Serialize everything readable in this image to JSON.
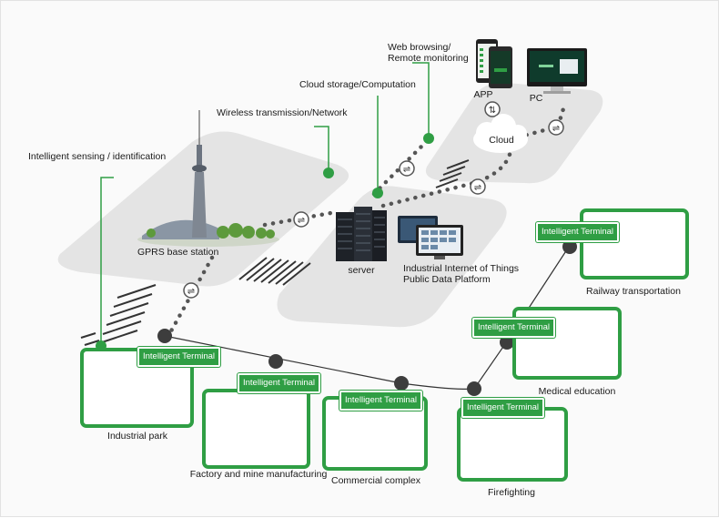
{
  "labels": {
    "sensing": "Intelligent sensing / identification",
    "wireless": "Wireless transmission/Network",
    "cloud_storage": "Cloud storage/Computation",
    "web_line1": "Web browsing/",
    "web_line2": "Remote monitoring",
    "app": "APP",
    "pc": "PC",
    "cloud": "Cloud",
    "gprs": "GPRS base station",
    "server": "server",
    "platform_line1": "Industrial Internet of Things",
    "platform_line2": "Public Data Platform"
  },
  "terminal_label": "Intelligent Terminal",
  "scenes": [
    {
      "key": "industrial",
      "name": "Industrial park"
    },
    {
      "key": "factory",
      "name": "Factory and mine manufacturing"
    },
    {
      "key": "commercial",
      "name": "Commercial complex"
    },
    {
      "key": "fire",
      "name": "Firefighting"
    },
    {
      "key": "medical",
      "name": "Medical education"
    },
    {
      "key": "railway",
      "name": "Railway transportation"
    }
  ],
  "colors": {
    "accent": "#2f9e44",
    "platform": "#e3e3e3",
    "dots": "#555555"
  },
  "icons": [
    "tv-tower-icon",
    "server-rack-icon",
    "monitor-icon",
    "phone-icon",
    "cloud-icon",
    "exchange-icon"
  ]
}
